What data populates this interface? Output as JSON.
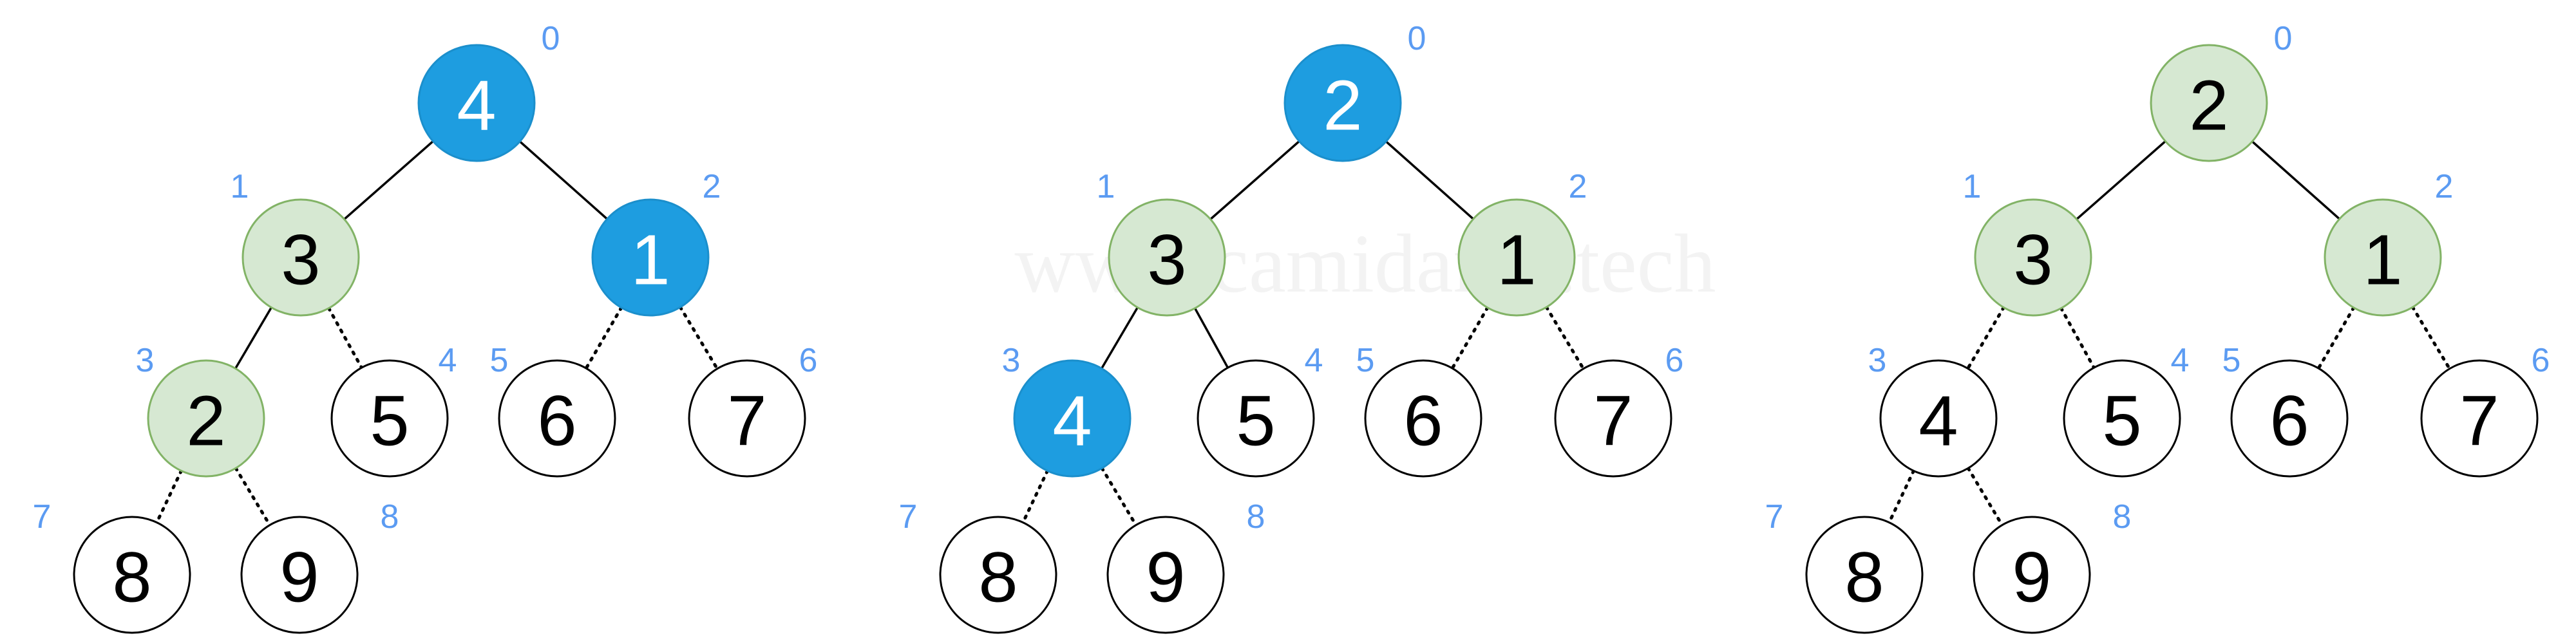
{
  "watermark": "www.camidame.tech",
  "colors": {
    "blue_fill": "#1E9DE0",
    "blue_stroke": "#1B8FCC",
    "green_fill": "#D6E8D2",
    "green_stroke": "#82B366",
    "white_fill": "#FFFFFF",
    "white_stroke": "#000000",
    "index_text": "#5B9BF2",
    "edge": "#000000",
    "watermark": "#F3F3F3"
  },
  "trees": [
    {
      "nodes": [
        {
          "index": "0",
          "value": "4",
          "state": "blue"
        },
        {
          "index": "1",
          "value": "3",
          "state": "green"
        },
        {
          "index": "2",
          "value": "1",
          "state": "blue"
        },
        {
          "index": "3",
          "value": "2",
          "state": "green"
        },
        {
          "index": "4",
          "value": "5",
          "state": "white"
        },
        {
          "index": "5",
          "value": "6",
          "state": "white"
        },
        {
          "index": "6",
          "value": "7",
          "state": "white"
        },
        {
          "index": "7",
          "value": "8",
          "state": "white"
        },
        {
          "index": "8",
          "value": "9",
          "state": "white"
        }
      ],
      "edges": [
        {
          "from": 0,
          "to": 1,
          "style": "solid"
        },
        {
          "from": 0,
          "to": 2,
          "style": "solid"
        },
        {
          "from": 1,
          "to": 3,
          "style": "solid"
        },
        {
          "from": 1,
          "to": 4,
          "style": "dotted"
        },
        {
          "from": 2,
          "to": 5,
          "style": "dotted"
        },
        {
          "from": 2,
          "to": 6,
          "style": "dotted"
        },
        {
          "from": 3,
          "to": 7,
          "style": "dotted"
        },
        {
          "from": 3,
          "to": 8,
          "style": "dotted"
        }
      ]
    },
    {
      "nodes": [
        {
          "index": "0",
          "value": "2",
          "state": "blue"
        },
        {
          "index": "1",
          "value": "3",
          "state": "green"
        },
        {
          "index": "2",
          "value": "1",
          "state": "green"
        },
        {
          "index": "3",
          "value": "4",
          "state": "blue"
        },
        {
          "index": "4",
          "value": "5",
          "state": "white"
        },
        {
          "index": "5",
          "value": "6",
          "state": "white"
        },
        {
          "index": "6",
          "value": "7",
          "state": "white"
        },
        {
          "index": "7",
          "value": "8",
          "state": "white"
        },
        {
          "index": "8",
          "value": "9",
          "state": "white"
        }
      ],
      "edges": [
        {
          "from": 0,
          "to": 1,
          "style": "solid"
        },
        {
          "from": 0,
          "to": 2,
          "style": "solid"
        },
        {
          "from": 1,
          "to": 3,
          "style": "solid"
        },
        {
          "from": 1,
          "to": 4,
          "style": "solid"
        },
        {
          "from": 2,
          "to": 5,
          "style": "dotted"
        },
        {
          "from": 2,
          "to": 6,
          "style": "dotted"
        },
        {
          "from": 3,
          "to": 7,
          "style": "dotted"
        },
        {
          "from": 3,
          "to": 8,
          "style": "dotted"
        }
      ]
    },
    {
      "nodes": [
        {
          "index": "0",
          "value": "2",
          "state": "green"
        },
        {
          "index": "1",
          "value": "3",
          "state": "green"
        },
        {
          "index": "2",
          "value": "1",
          "state": "green"
        },
        {
          "index": "3",
          "value": "4",
          "state": "white"
        },
        {
          "index": "4",
          "value": "5",
          "state": "white"
        },
        {
          "index": "5",
          "value": "6",
          "state": "white"
        },
        {
          "index": "6",
          "value": "7",
          "state": "white"
        },
        {
          "index": "7",
          "value": "8",
          "state": "white"
        },
        {
          "index": "8",
          "value": "9",
          "state": "white"
        }
      ],
      "edges": [
        {
          "from": 0,
          "to": 1,
          "style": "solid"
        },
        {
          "from": 0,
          "to": 2,
          "style": "solid"
        },
        {
          "from": 1,
          "to": 3,
          "style": "dotted"
        },
        {
          "from": 1,
          "to": 4,
          "style": "dotted"
        },
        {
          "from": 2,
          "to": 5,
          "style": "dotted"
        },
        {
          "from": 2,
          "to": 6,
          "style": "dotted"
        },
        {
          "from": 3,
          "to": 7,
          "style": "dotted"
        },
        {
          "from": 3,
          "to": 8,
          "style": "dotted"
        }
      ]
    }
  ]
}
